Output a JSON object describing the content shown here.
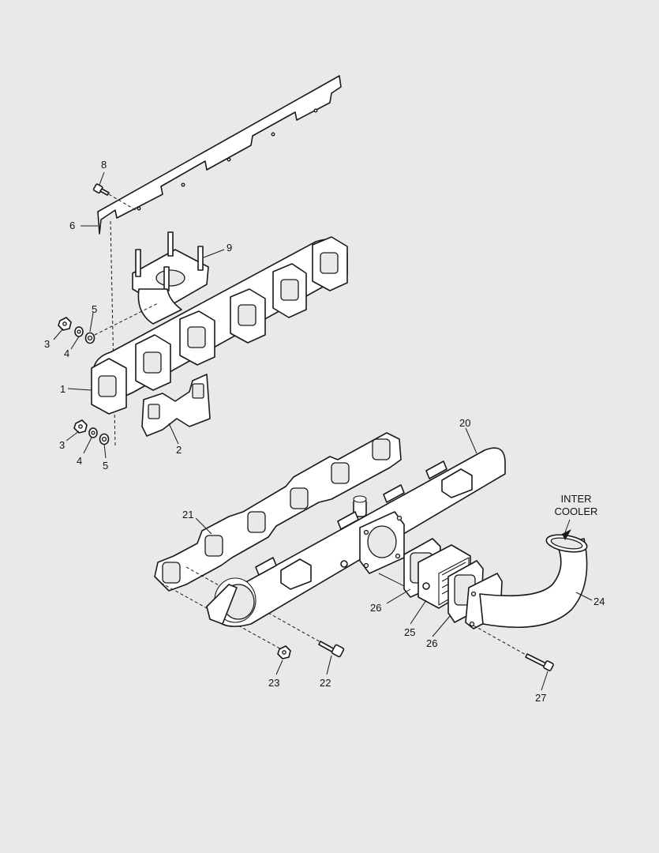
{
  "callouts": [
    {
      "id": "c8",
      "label": "8"
    },
    {
      "id": "c6",
      "label": "6"
    },
    {
      "id": "c9",
      "label": "9"
    },
    {
      "id": "c5a",
      "label": "5"
    },
    {
      "id": "c3a",
      "label": "3"
    },
    {
      "id": "c4a",
      "label": "4"
    },
    {
      "id": "c1",
      "label": "1"
    },
    {
      "id": "c2",
      "label": "2"
    },
    {
      "id": "c3b",
      "label": "3"
    },
    {
      "id": "c4b",
      "label": "4"
    },
    {
      "id": "c5b",
      "label": "5"
    },
    {
      "id": "c20",
      "label": "20"
    },
    {
      "id": "c21",
      "label": "21"
    },
    {
      "id": "c24",
      "label": "24"
    },
    {
      "id": "c26a",
      "label": "26"
    },
    {
      "id": "c25",
      "label": "25"
    },
    {
      "id": "c26b",
      "label": "26"
    },
    {
      "id": "c23",
      "label": "23"
    },
    {
      "id": "c22",
      "label": "22"
    },
    {
      "id": "c27",
      "label": "27"
    }
  ],
  "notes": {
    "intercooler_line1": "INTER",
    "intercooler_line2": "COOLER"
  },
  "colors": {
    "background": "#e9e9e9",
    "line": "#1a1a1a",
    "fill": "#ffffff"
  }
}
